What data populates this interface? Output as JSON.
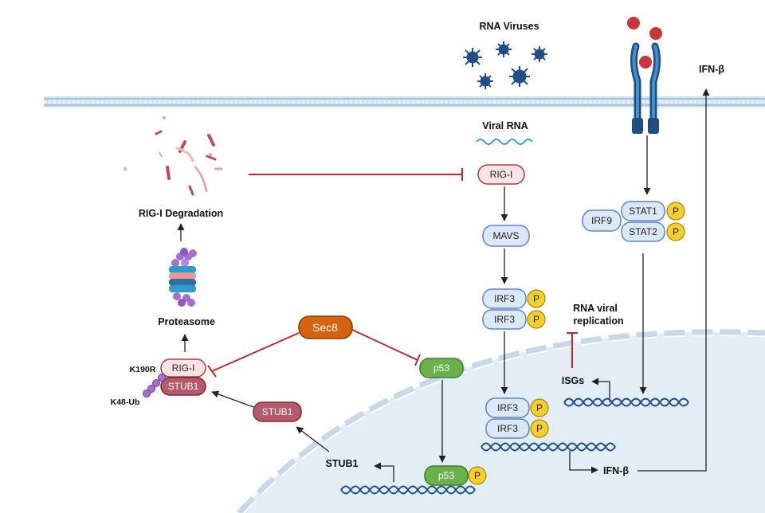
{
  "labels": {
    "rna_viruses": "RNA Viruses",
    "viral_rna": "Viral RNA",
    "ifn_beta_top": "IFN-β",
    "rig_i_degradation": "RIG-I Degradation",
    "proteasome": "Proteasome",
    "k190r": "K190R",
    "k48_ub": "K48-Ub",
    "rna_viral_replication_1": "RNA viral",
    "rna_viral_replication_2": "replication",
    "isgs": "ISGs",
    "stub1_gene": "STUB1",
    "ifn_beta_bottom": "IFN-β"
  },
  "nodes": {
    "rig_i_top": "RIG-I",
    "mavs": "MAVS",
    "irf3_a": "IRF3",
    "irf3_b": "IRF3",
    "irf3_c": "IRF3",
    "irf3_d": "IRF3",
    "irf9": "IRF9",
    "stat1": "STAT1",
    "stat2": "STAT2",
    "sec8": "Sec8",
    "p53_cyto": "p53",
    "p53_nuc": "p53",
    "rig_i_complex": "RIG-I",
    "stub1_complex": "STUB1",
    "stub1_free": "STUB1",
    "phospho": "P"
  },
  "colors": {
    "membrane": "#c6d8ea",
    "nucleus_fill": "#e3edf5",
    "inhibit_red": "#c0282d",
    "rig_i_fill": "#fbe3e6",
    "rig_i_stroke": "#b23a48",
    "blue_pill_fill": "#dce7f7",
    "blue_pill_stroke": "#5a86c8",
    "phospho_fill": "#f6cf2a",
    "sec8_fill": "#d4620f",
    "p53_fill": "#6ab04c",
    "stub1_fill": "#b55a6a",
    "dna": "#1f4e8c",
    "virus": "#1f4f86"
  }
}
